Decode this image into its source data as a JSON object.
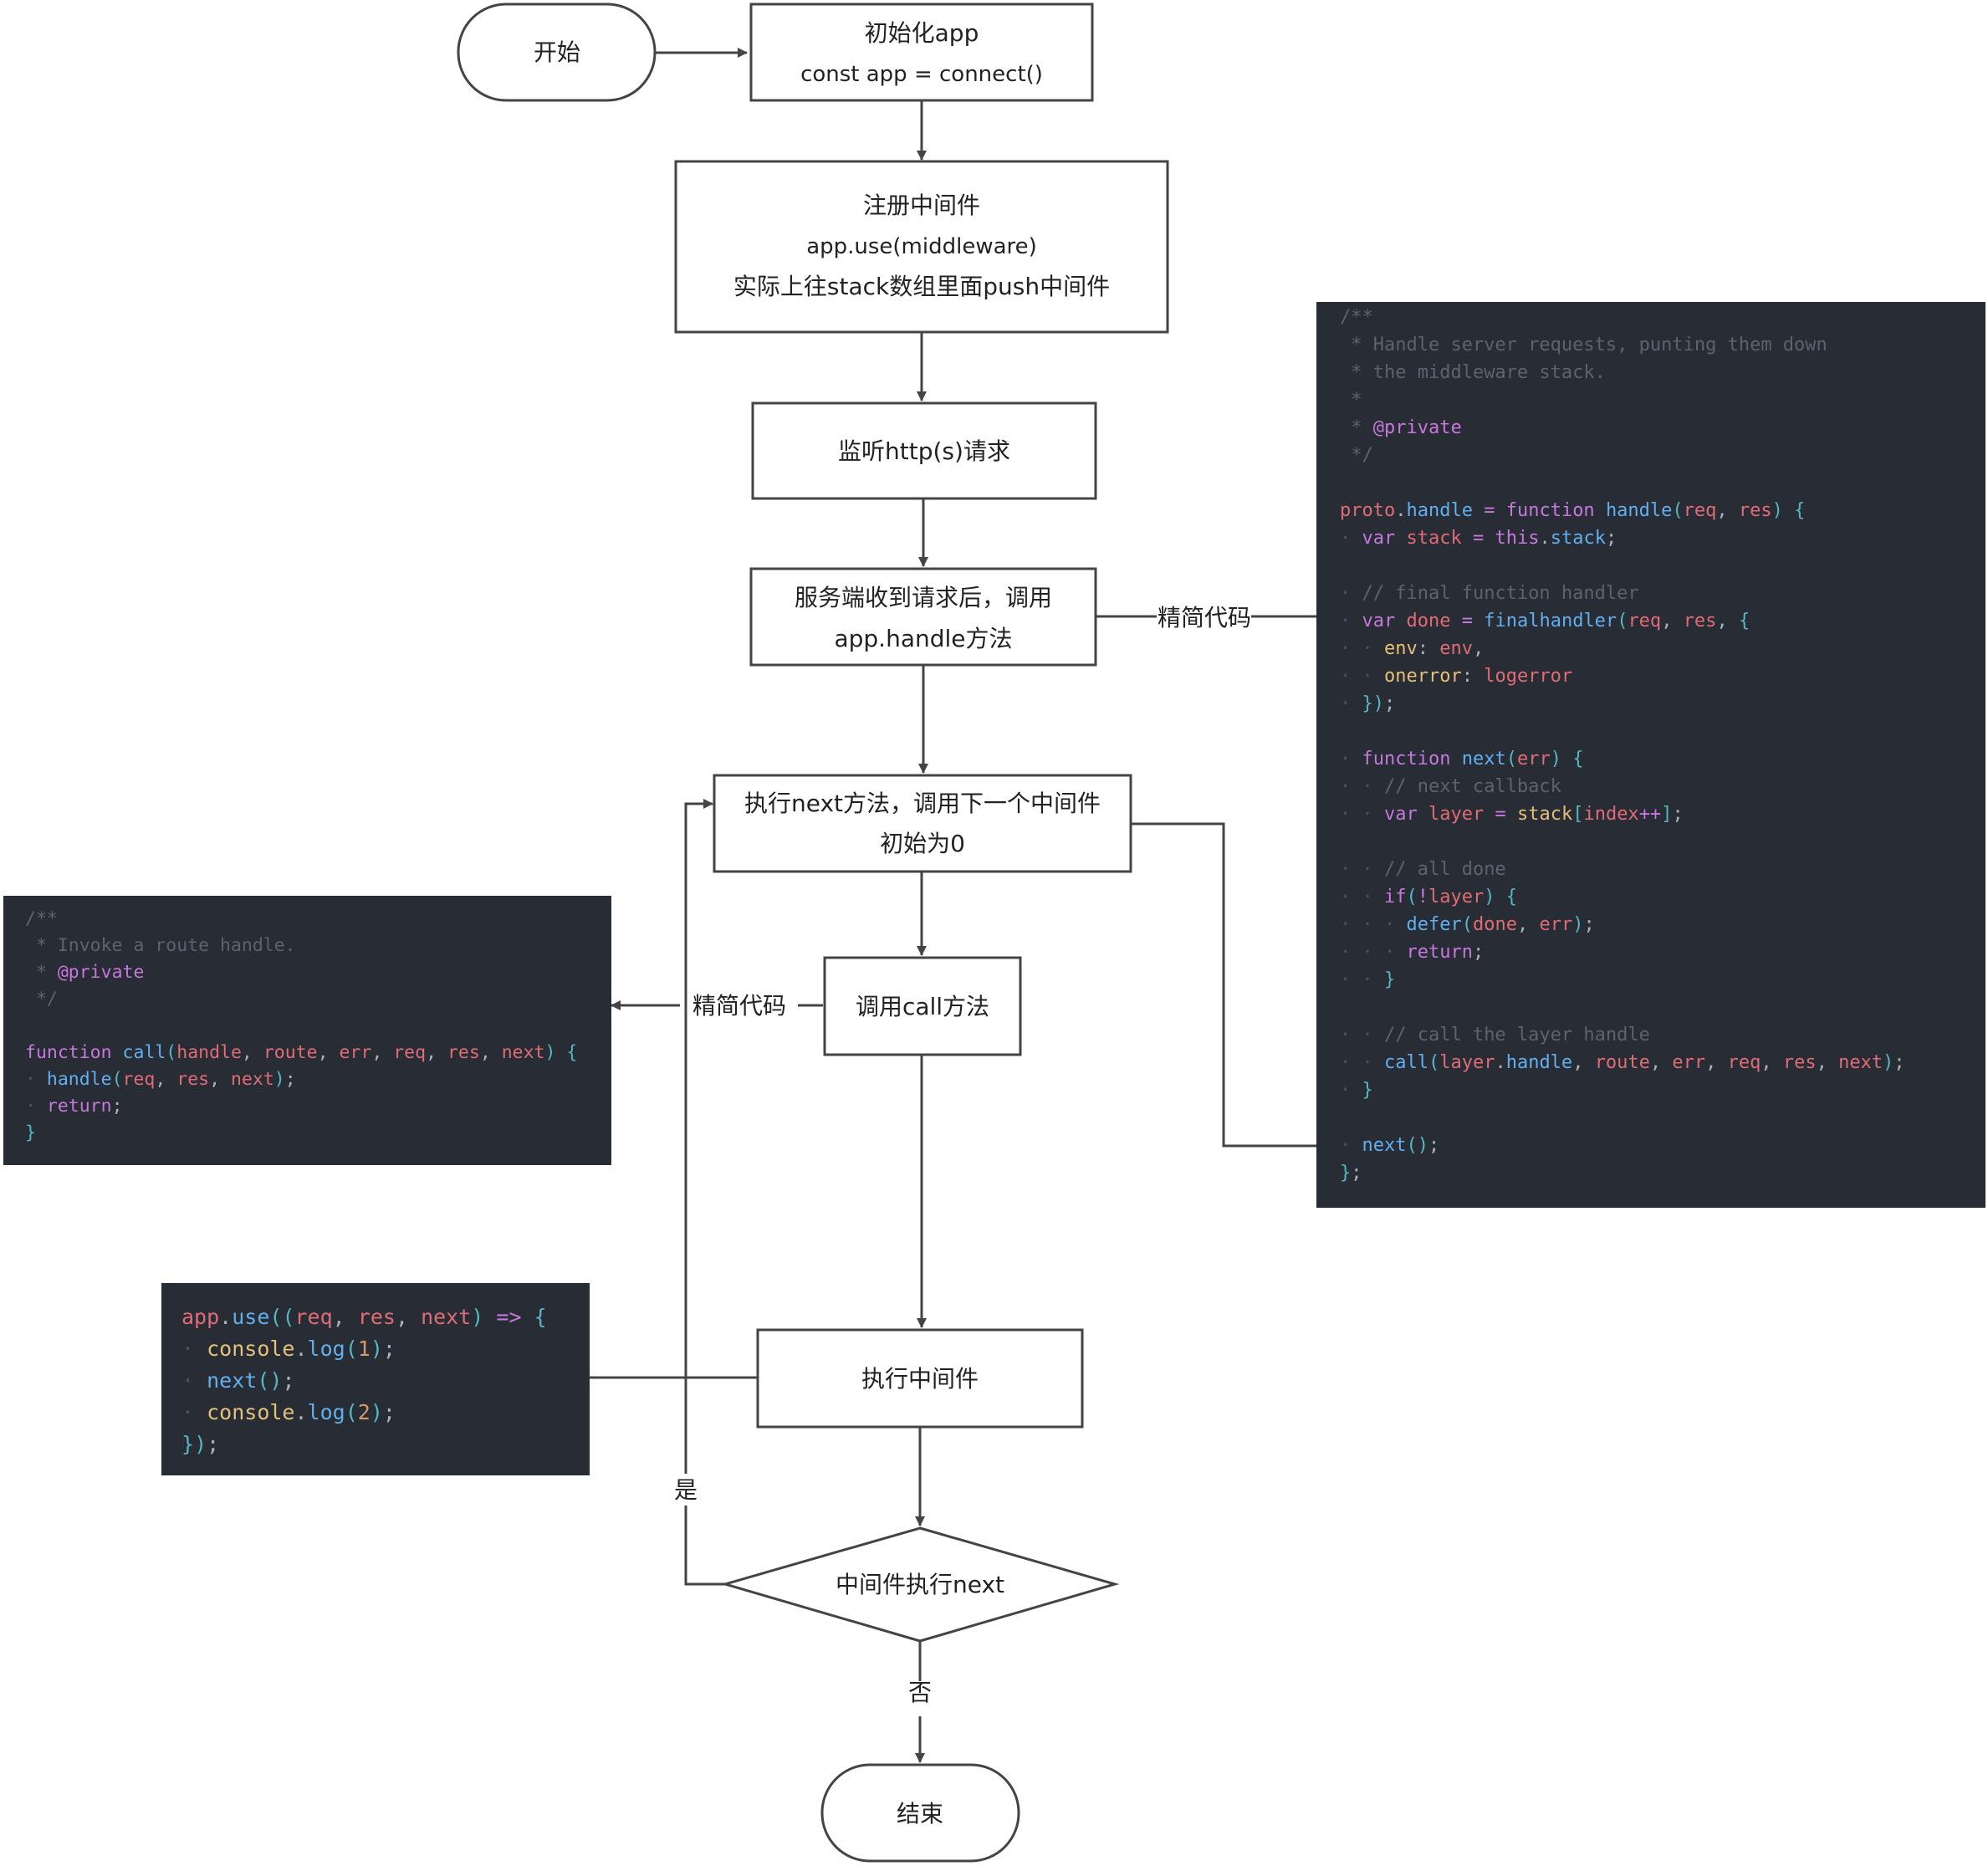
{
  "nodes": {
    "start": "开始",
    "init_title": "初始化app",
    "init_code": "const app = connect()",
    "register_title": "注册中间件",
    "register_code": "app.use(middleware)",
    "register_desc": "实际上往stack数组里面push中间件",
    "listen": "监听http(s)请求",
    "server_line1": "服务端收到请求后，调用",
    "server_line2": "app.handle方法",
    "next_line1": "执行next方法，调用下一个中间件",
    "next_line2": "初始为0",
    "call": "调用call方法",
    "exec": "执行中间件",
    "decision": "中间件执行next",
    "end": "结束"
  },
  "edge_labels": {
    "simplified_right": "精简代码",
    "simplified_left": "精简代码",
    "yes": "是",
    "no": "否"
  },
  "code": {
    "handle": [
      "/**",
      " * Handle server requests, punting them down",
      " * the middleware stack.",
      " *",
      " * @private",
      " */",
      "",
      "proto.handle = function handle(req, res) {",
      "  var stack = this.stack;",
      "",
      "  // final function handler",
      "  var done = finalhandler(req, res, {",
      "    env: env,",
      "    onerror: logerror",
      "  });",
      "",
      "  function next(err) {",
      "    // next callback",
      "    var layer = stack[index++];",
      "",
      "    // all done",
      "    if (!layer) {",
      "      defer(done, err);",
      "      return;",
      "    }",
      "",
      "    // call the layer handle",
      "    call(layer.handle, route, err, req, res, next);",
      "  }",
      "",
      "  next();",
      "};"
    ],
    "call": [
      "/**",
      " * Invoke a route handle.",
      " * @private",
      " */",
      "",
      "function call(handle, route, err, req, res, next) {",
      "  handle(req, res, next);",
      "  return;",
      "}"
    ],
    "middleware": [
      "app.use((req, res, next) => {",
      "  console.log(1);",
      "  next();",
      "  console.log(2);",
      "});"
    ]
  }
}
